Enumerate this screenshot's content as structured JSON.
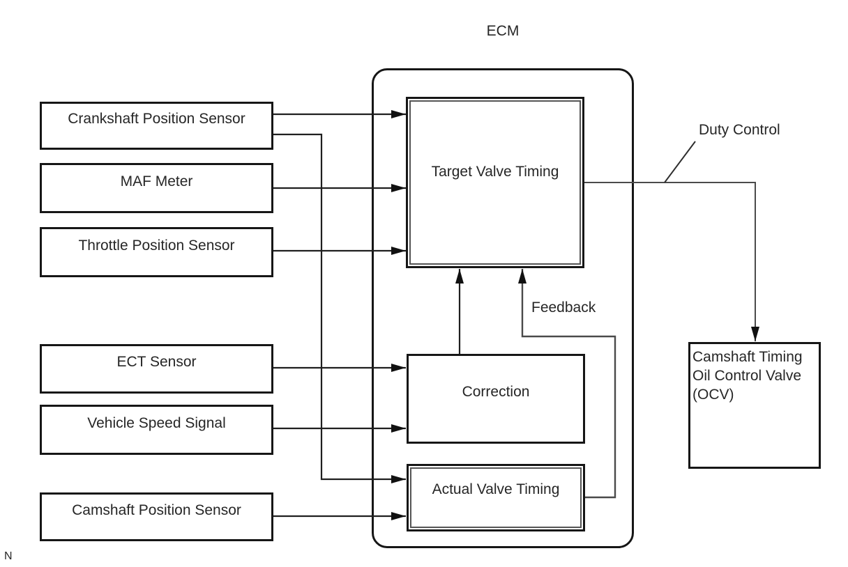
{
  "diagram": {
    "title": "ECM",
    "corner_mark": "N",
    "colors": {
      "line": "#1f1f1f",
      "routing_line": "#4a4a4a",
      "box_border": "#161616",
      "inner_border": "#555555",
      "text": "#262626",
      "background": "#ffffff"
    },
    "sensors": [
      {
        "label": "Crankshaft Position Sensor"
      },
      {
        "label": "MAF Meter"
      },
      {
        "label": "Throttle Position Sensor"
      },
      {
        "label": "ECT Sensor"
      },
      {
        "label": "Vehicle Speed Signal"
      },
      {
        "label": "Camshaft Position Sensor"
      }
    ],
    "ecm_blocks": {
      "target": {
        "label": "Target Valve Timing"
      },
      "correction": {
        "label": "Correction"
      },
      "actual": {
        "label": "Actual Valve Timing"
      }
    },
    "actuator": {
      "label": "Camshaft Timing Oil Control Valve (OCV)"
    },
    "annotations": {
      "duty_control": "Duty Control",
      "feedback": "Feedback"
    }
  }
}
